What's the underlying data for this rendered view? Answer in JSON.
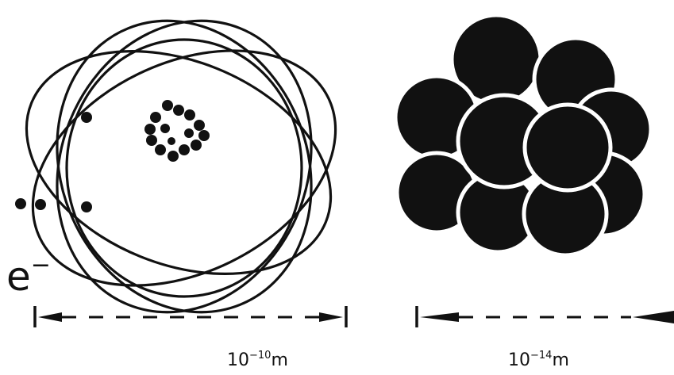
{
  "labels": {
    "electron": "e",
    "electron_sup": "−",
    "atom_scale_base": "10",
    "atom_scale_exp": "−10",
    "atom_scale_unit": "m",
    "nucleus_scale_base": "10",
    "nucleus_scale_exp": "−14",
    "nucleus_scale_unit": "m"
  },
  "colors": {
    "ink": "#111111",
    "background": "#ffffff"
  }
}
